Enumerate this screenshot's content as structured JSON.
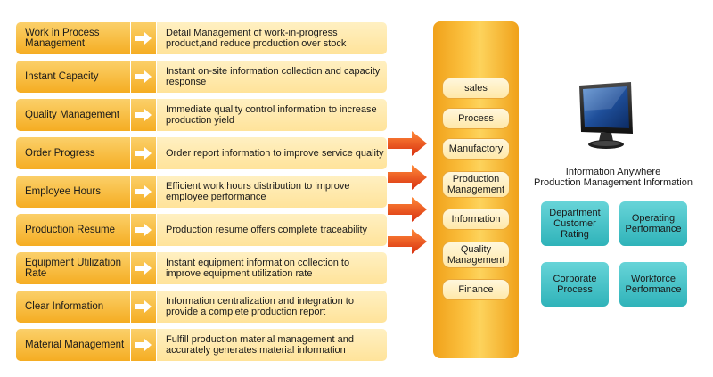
{
  "rows": [
    {
      "title": "Work in Process Management",
      "desc": "Detail Management of work-in-progress product,and reduce production over stock"
    },
    {
      "title": "Instant Capacity",
      "desc": "Instant on-site information collection and capacity response"
    },
    {
      "title": "Quality Management",
      "desc": "Immediate quality control information to increase production yield"
    },
    {
      "title": "Order Progress",
      "desc": "Order report information to improve service quality"
    },
    {
      "title": "Employee Hours",
      "desc": "Efficient work hours distribution to improve employee performance"
    },
    {
      "title": "Production Resume",
      "desc": "Production resume offers complete traceability"
    },
    {
      "title": "Equipment Utilization Rate",
      "desc": "Instant equipment information collection to improve equipment utilization rate"
    },
    {
      "title": "Clear Information",
      "desc": "Information centralization and integration to provide a complete production report"
    },
    {
      "title": "Material Management",
      "desc": "Fulfill production material management and accurately generates material information"
    }
  ],
  "column": {
    "items": [
      "sales",
      "Process",
      "Manufactory",
      "Production Management",
      "Information",
      "Quality Management",
      "Finance"
    ]
  },
  "info": {
    "title_line1": "Information Anywhere",
    "title_line2": "Production Management Information",
    "boxes": [
      "Department Customer Rating",
      "Operating Performance",
      "Corporate Process",
      "Workforce Performance"
    ]
  },
  "icons": {
    "row_arrow": "white-right-arrow-icon",
    "flow_arrow": "red-orange-right-arrow-icon",
    "monitor": "computer-monitor-icon"
  },
  "colors": {
    "row_title": "#f5ad22",
    "row_desc": "#fff0c2",
    "column": "#fcc443",
    "flow_arrow": "#e8401c",
    "teal_box": "#3dbcc1"
  }
}
